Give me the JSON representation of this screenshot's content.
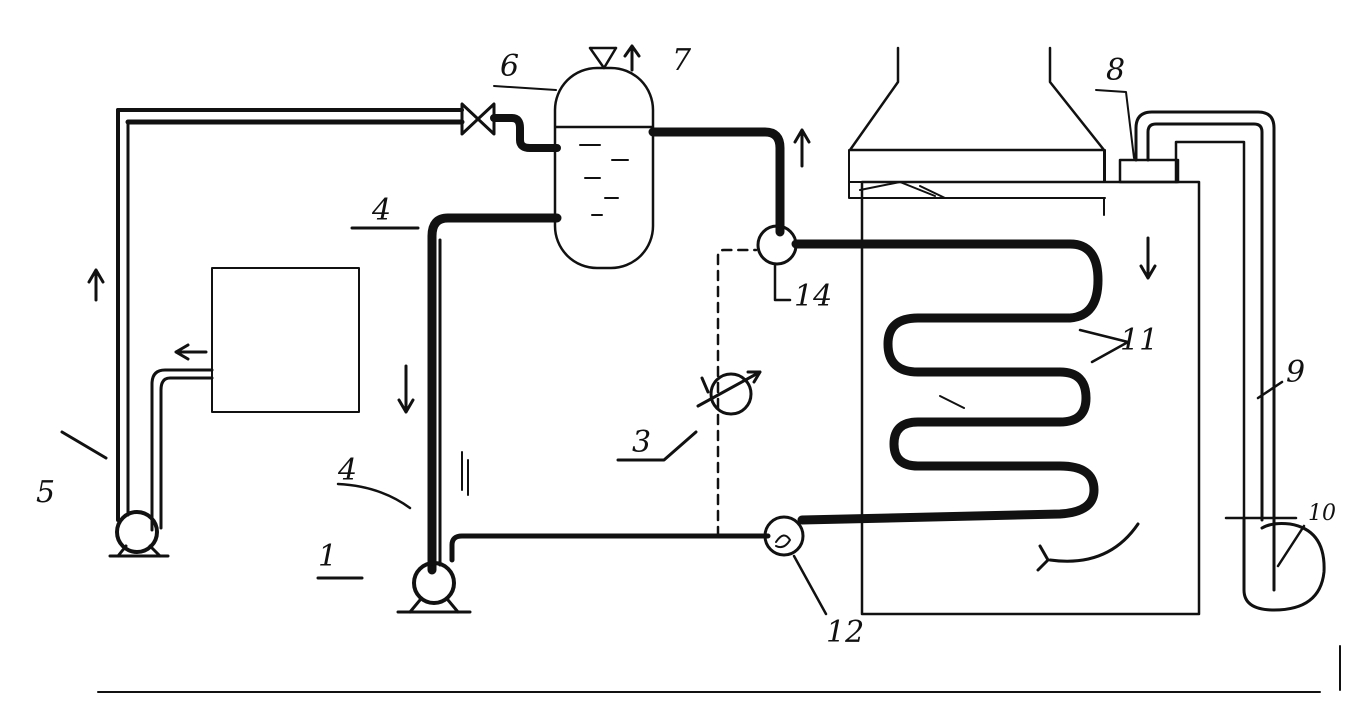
{
  "diagram": {
    "labels": {
      "l1": "1",
      "l3": "3",
      "l4_top": "4",
      "l4_bottom": "4",
      "l5": "5",
      "l6": "6",
      "l7": "7",
      "l8": "8",
      "l9": "9",
      "l10": "10",
      "l11": "11",
      "l12": "12",
      "l14": "14"
    },
    "colors": {
      "ink": "#111111",
      "paper": "#ffffff"
    }
  }
}
